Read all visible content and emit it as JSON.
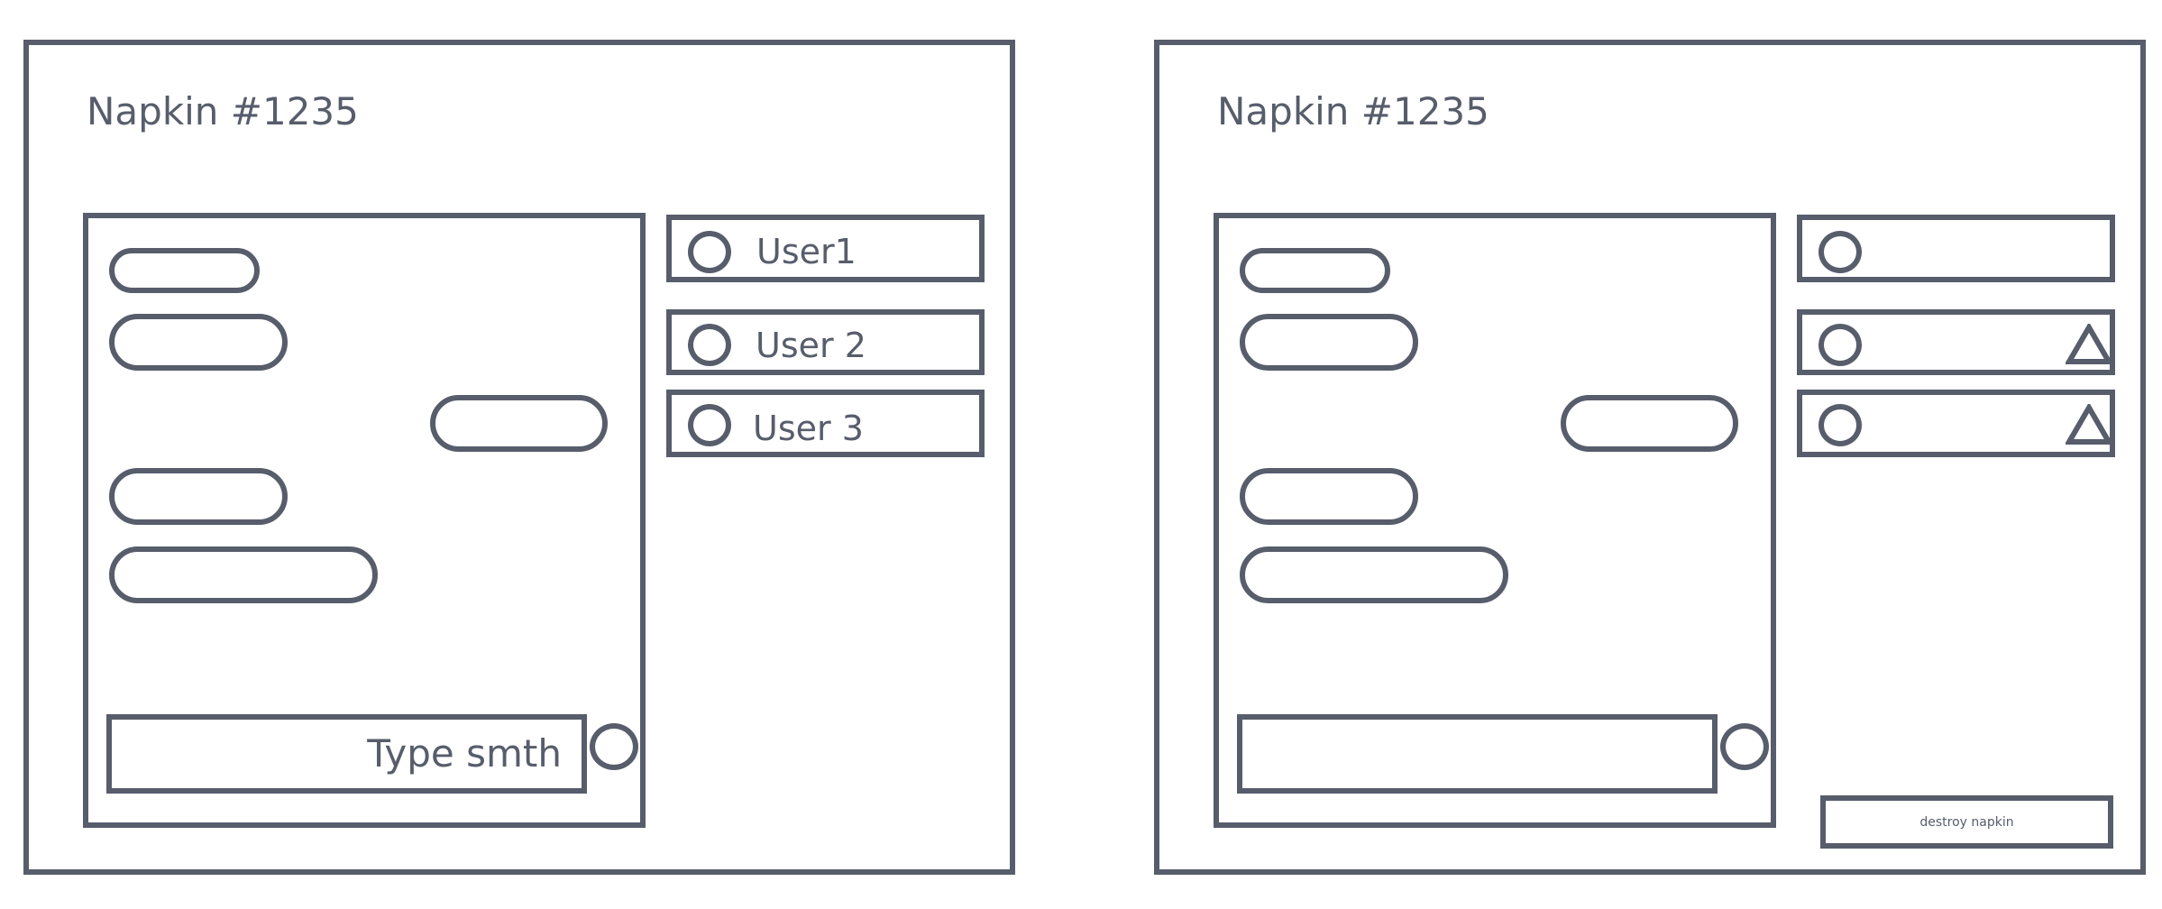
{
  "colors": {
    "stroke": "#575d6b",
    "background": "#ffffff"
  },
  "left_panel": {
    "title": "Napkin #1235",
    "users": [
      {
        "label": "User1"
      },
      {
        "label": "User 2"
      },
      {
        "label": "User 3"
      }
    ],
    "input": {
      "text": "Type smth"
    }
  },
  "right_panel": {
    "title": "Napkin #1235",
    "users": [
      {
        "label": "",
        "icon": "circle"
      },
      {
        "label": "",
        "icon": "circle",
        "action_icon": "triangle-icon"
      },
      {
        "label": "",
        "icon": "circle",
        "action_icon": "triangle-icon"
      }
    ],
    "input": {
      "text": ""
    },
    "destroy_button": {
      "label": "destroy napkin"
    }
  }
}
